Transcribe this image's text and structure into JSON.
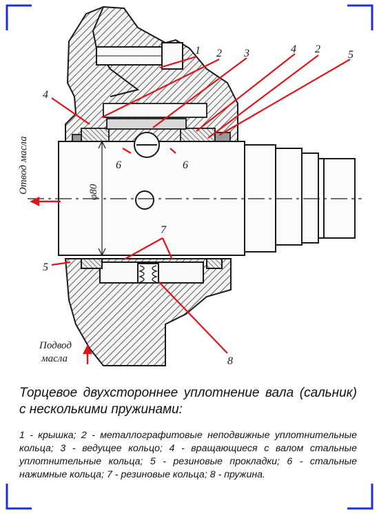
{
  "diagram": {
    "callouts": {
      "c1": "1",
      "c2a": "2",
      "c3": "3",
      "c4a": "4",
      "c2b": "2",
      "c5a": "5",
      "c4b": "4",
      "c6a": "6",
      "c6b": "6",
      "c7": "7",
      "c5b": "5",
      "c8": "8"
    },
    "diameter_label": "φ80",
    "oil_outlet": "Отвод масла",
    "oil_inlet_line1": "Подвод",
    "oil_inlet_line2": "масла"
  },
  "caption": {
    "title": "Торцевое двухстороннее уплотнение вала (сальник) с несколькими пружинами:",
    "legend": "1 - крышка; 2 - металлографитовые неподвижные уплотнительные кольца; 3 - ведущее кольцо; 4 - вращающиеся с валом стальные уплотнительные кольца; 5 - резиновые прокладки; 6 - стальные нажимные кольца; 7 - резиновые кольца; 8 - пружина."
  },
  "colors": {
    "frame": "#1f2fd6",
    "leader": "#e0141b",
    "ink": "#1a1a1a"
  }
}
